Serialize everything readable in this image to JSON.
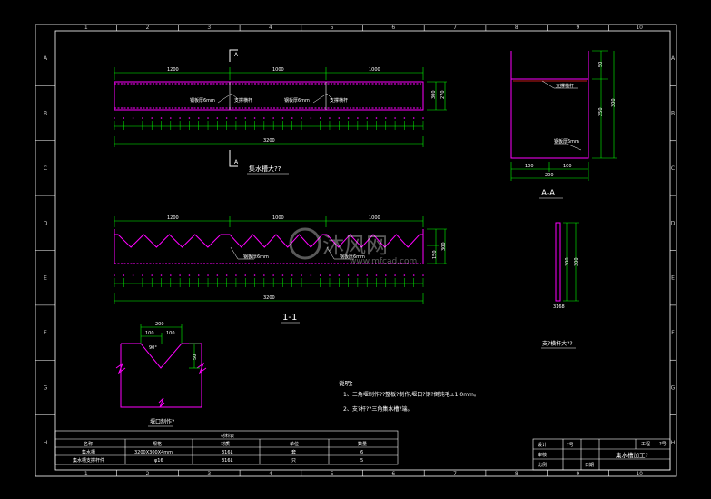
{
  "frame": {
    "col_labels": [
      "1",
      "2",
      "3",
      "4",
      "5",
      "6",
      "7",
      "8",
      "9",
      "10"
    ],
    "row_labels": [
      "A",
      "B",
      "C",
      "D",
      "E",
      "F",
      "G",
      "H"
    ]
  },
  "top_view": {
    "caption": "集水槽大??",
    "section_mark": "A",
    "seg_dims": [
      "1200",
      "1000",
      "1000"
    ],
    "total_dim": "3200",
    "callouts": [
      "钢板厚6mm",
      "支撑横杆",
      "钢板厚6mm",
      "支撑横杆"
    ],
    "height_dims": [
      "300",
      "270"
    ]
  },
  "front_view": {
    "caption": "1-1",
    "seg_dims": [
      "1200",
      "1000",
      "1000"
    ],
    "total_dim": "3200",
    "callouts": [
      "钢板厚6mm",
      "钢板厚6mm"
    ],
    "height_dims": [
      "150",
      "300"
    ]
  },
  "section_aa": {
    "caption": "A-A",
    "callouts": [
      "支撑横杆",
      "钢板厚6mm"
    ],
    "dims": [
      "100",
      "100",
      "200"
    ],
    "side_dims": [
      "50",
      "250",
      "300"
    ]
  },
  "support_bar": {
    "caption": "支?横杆大??",
    "label": "3168",
    "dims": [
      "300",
      "300"
    ]
  },
  "weir_detail": {
    "caption": "堰口制作?",
    "dims": [
      "200",
      "100",
      "100",
      "90°",
      "50"
    ]
  },
  "notes": {
    "title": "说明：",
    "lines": [
      "1、三角堰制作??整板?制作,堰口?钢?倒钝毛±1.0mm。",
      "2、支?杆??三角集水槽?端。"
    ]
  },
  "material_table": {
    "title": "材料表",
    "headers": [
      "名称",
      "规格",
      "材质",
      "单位",
      "数量"
    ],
    "rows": [
      [
        "集水槽",
        "3200X300X4mm",
        "316L",
        "套",
        "6"
      ],
      [
        "集水槽支撑杆件",
        "φ16",
        "316L",
        "只",
        "5"
      ]
    ]
  },
  "title_block": {
    "drawing_title": "集水槽加工?",
    "cells": [
      "工程",
      "?号",
      "设计",
      "审核",
      "?号",
      "比例",
      "日期"
    ]
  },
  "watermark": {
    "brand": "沐风网",
    "url": "www.mfcad.com"
  },
  "colors": {
    "outline": "#ff00ff",
    "dimension": "#00ff00",
    "text": "#ffffff",
    "frame": "#ffffff",
    "section": "#ff2020"
  }
}
